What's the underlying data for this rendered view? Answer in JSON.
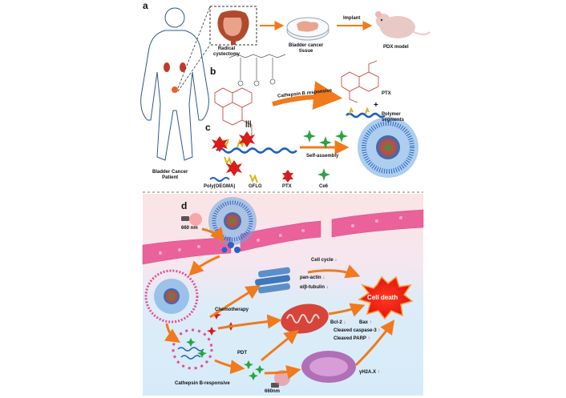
{
  "panels": {
    "a": "a",
    "b": "b",
    "c": "c",
    "d": "d"
  },
  "top": {
    "radical": "Radical\ncystectomy",
    "tissue": "Bladder cancer\ntissue",
    "implant": "Implant",
    "pdx": "PDX model",
    "patient": "Bladder Cancer\nPatient"
  },
  "b": {
    "cathepsin": "Cathepsin B responsive",
    "ptx": "PTX",
    "plus": "+",
    "polymer": "Polymer\nsegments",
    "equiv": "|||"
  },
  "c": {
    "self_assembly": "Self-assembly",
    "legend": [
      "Poly(OEGMA)",
      "GFLG",
      "PTX",
      "Ce6"
    ]
  },
  "d": {
    "nm660": "660 nm",
    "nm660b": "660nm",
    "chemotherapy": "Chemotherapy",
    "pdt": "PDT",
    "cathepsin_resp": "Cathepsin B-responsive",
    "cell_cycle": "Cell cycle",
    "pan_actin": "pan-actin",
    "tubulin": "α/β-tubulin",
    "cell_death": "Cell death",
    "bcl2": "Bcl-2",
    "bax": "Bax",
    "caspase": "Cleaved caspase-3",
    "parp": "Cleaved PARP",
    "h2ax": "γH2A.X"
  },
  "colors": {
    "arrow_orange": "#f07a1c",
    "down_red": "#d2221a",
    "up_red": "#d2221a",
    "vessel_pink": "#e94b8d",
    "cell_death_red": "#f01818",
    "bg_blue": "#dcecf8",
    "bg_pink": "#fbe4e4"
  }
}
